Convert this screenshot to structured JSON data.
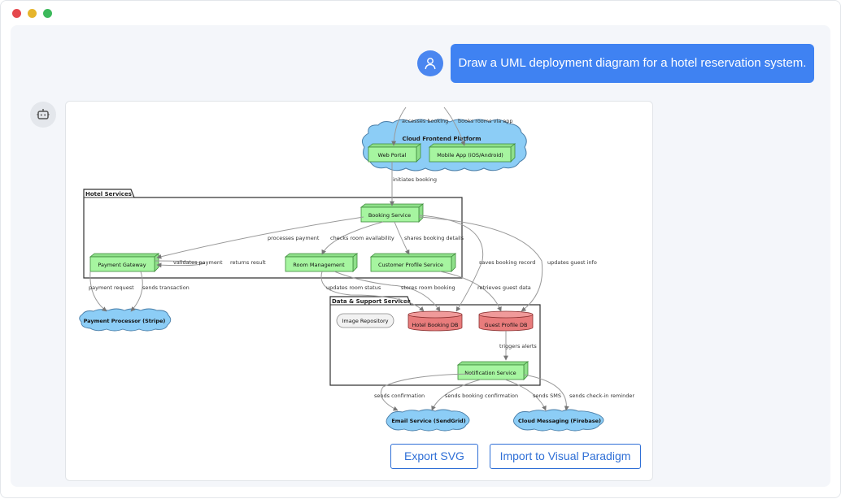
{
  "chat": {
    "user_message": "Draw a UML deployment diagram for a hotel reservation system."
  },
  "actions": {
    "export_label": "Export SVG",
    "import_label": "Import to Visual Paradigm"
  },
  "diagram": {
    "cloud_frontend": "Cloud Frontend Platform",
    "web_portal": "Web Portal",
    "mobile_app": "Mobile App (iOS/Android)",
    "hotel_services": "Hotel Services",
    "booking_service": "Booking Service",
    "payment_gateway": "Payment Gateway",
    "room_management": "Room Management",
    "customer_profile": "Customer Profile Service",
    "data_support": "Data & Support Services",
    "image_repository": "Image Repository",
    "hotel_booking_db": "Hotel Booking DB",
    "guest_profile_db": "Guest Profile DB",
    "notification_service": "Notification Service",
    "payment_processor": "Payment Processor (Stripe)",
    "email_service": "Email Service (SendGrid)",
    "cloud_messaging": "Cloud Messaging (Firebase)",
    "edges": {
      "accesses_booking": "accesses booking",
      "books_rooms": "books rooms via app",
      "initiates_booking": "initiates booking",
      "processes_payment": "processes payment",
      "checks_room": "checks room availability",
      "shares_booking": "shares booking details",
      "validates_payment": "validates payment",
      "returns_result": "returns result",
      "saves_booking": "saves booking record",
      "updates_guest": "updates guest info",
      "payment_request": "payment request",
      "sends_transaction": "sends transaction",
      "updates_room_status": "updates room status",
      "stores_room_booking": "stores room booking",
      "retrieves_guest": "retrieves guest data",
      "triggers_alerts": "triggers alerts",
      "sends_confirmation": "sends confirmation",
      "sends_booking_confirmation": "sends booking confirmation",
      "sends_sms": "sends SMS",
      "sends_checkin": "sends check-in reminder"
    }
  },
  "colors": {
    "user_bubble": "#3f82f2",
    "node_green": "#a6f5a0",
    "db_red": "#e87c7c",
    "cloud_blue": "#8ccdf6",
    "button_blue": "#2f6fd6"
  },
  "icons": {
    "user": "person-icon",
    "bot": "robot-icon"
  }
}
